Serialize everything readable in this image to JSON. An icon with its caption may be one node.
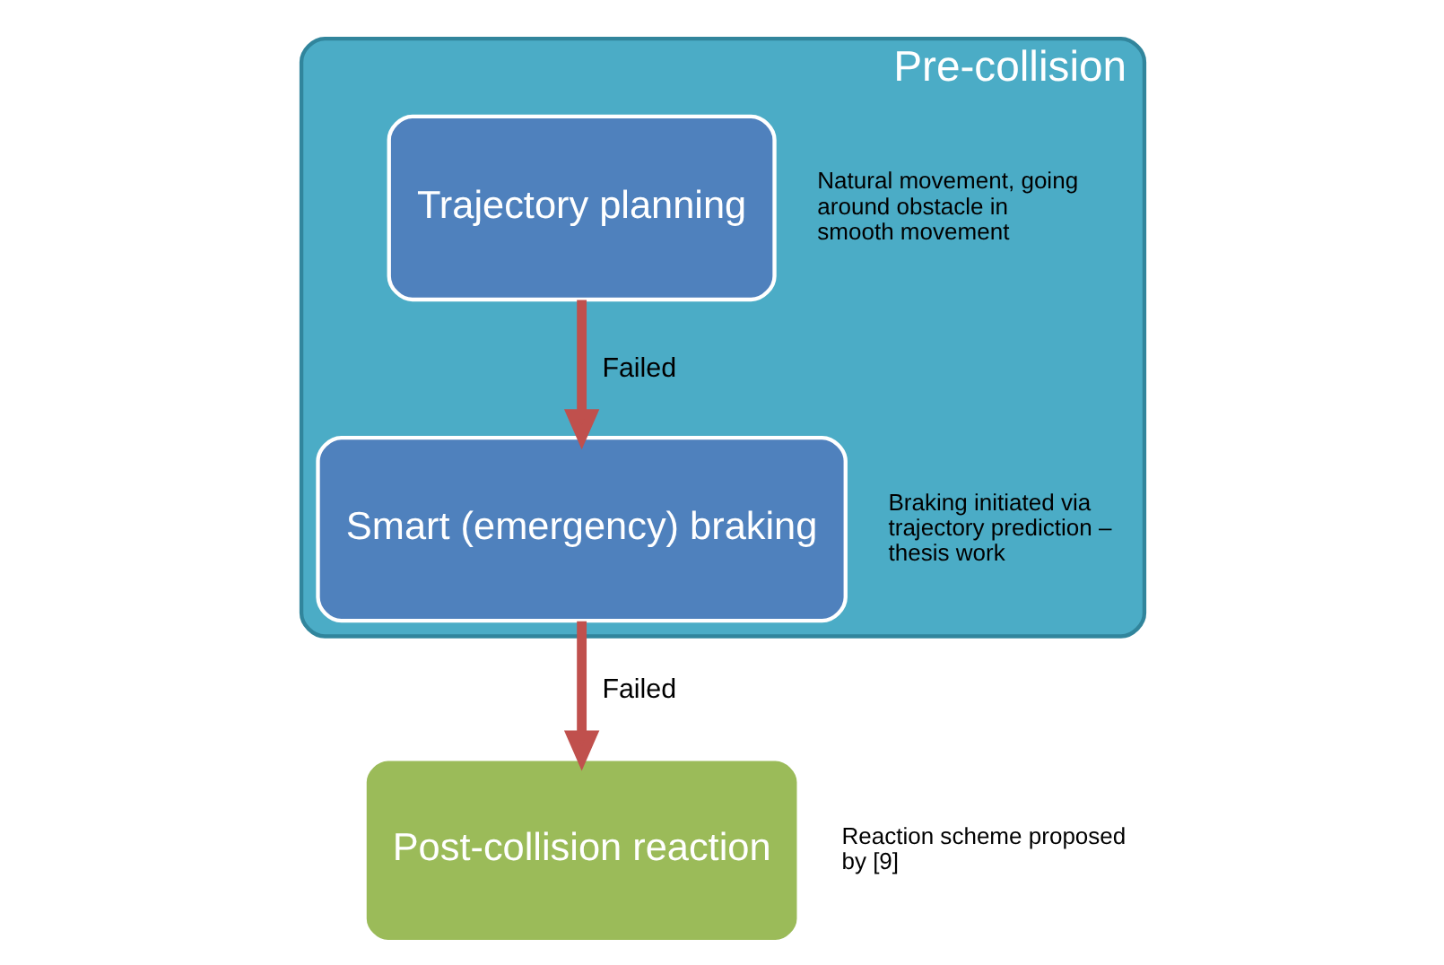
{
  "diagram": {
    "nodes": [
      {
        "text": [
          "Pre-collision"
        ]
      },
      {
        "text": [
          "Trajectory planning"
        ],
        "in": 0,
        "beside": [
          "Natural movement, going around obstacle in smooth movement"
        ]
      },
      {
        "text": [
          "Smart (emergency) braking"
        ],
        "in": 0,
        "beside": [
          "Braking initiated via trajectory prediction – thesis work"
        ]
      },
      {
        "text": [
          "Post-collision reaction"
        ],
        "beside": [
          "Reaction scheme proposed by [9]"
        ]
      }
    ],
    "edges": [
      {
        "from": 1,
        "to": 2,
        "arrow": "to",
        "label": "Failed"
      },
      {
        "from": 2,
        "to": 3,
        "arrow": "to",
        "label": "Failed"
      }
    ]
  }
}
